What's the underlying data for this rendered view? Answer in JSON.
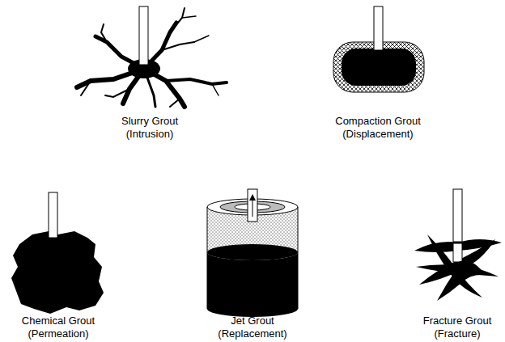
{
  "diagram": {
    "labels": [
      "Slurry Grout",
      "(Intrusion)",
      "Compaction Grout",
      "(Displacement)",
      "Chemical Grout",
      "(Permeation)",
      "Jet Grout",
      "(Replacement)",
      "Fracture Grout",
      "(Fracture)"
    ]
  }
}
